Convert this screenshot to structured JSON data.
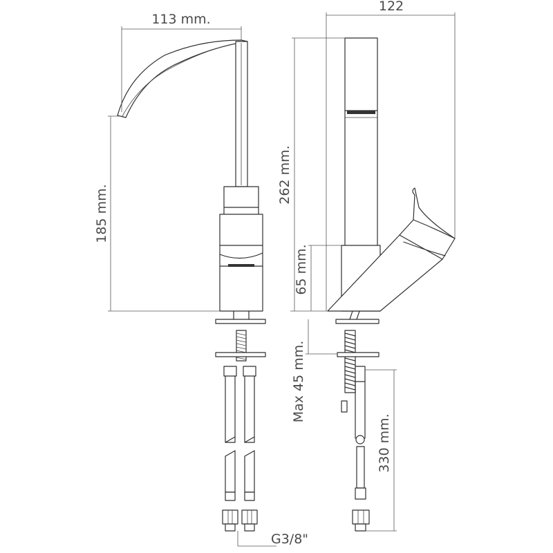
{
  "dimensions": {
    "spout_reach": "113 mm.",
    "total_width": "122",
    "spout_height": "185 mm.",
    "total_height": "262 mm.",
    "body_height": "65 mm.",
    "max_deck_thickness": "Max 45 mm.",
    "hose_length": "330 mm.",
    "thread_size": "G3/8\""
  }
}
